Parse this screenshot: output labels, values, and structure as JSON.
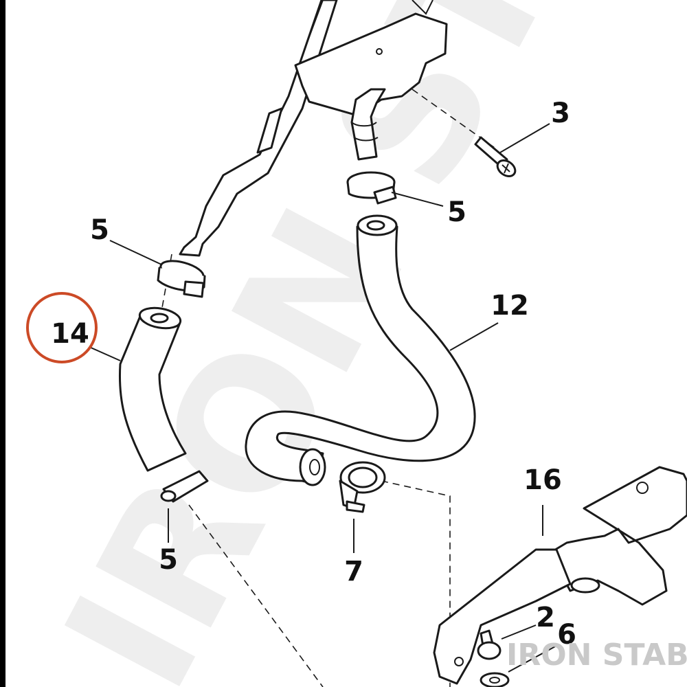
{
  "watermark": {
    "background_text": "IRON ST",
    "brand_text": "IRON STABLE"
  },
  "highlight": {
    "color": "#cc4a26",
    "part": "14"
  },
  "callouts": {
    "c3": "3",
    "c5_top_right": "5",
    "c5_top_left": "5",
    "c12": "12",
    "c14": "14",
    "c16": "16",
    "c5_bottom": "5",
    "c7": "7",
    "c2": "2",
    "c6": "6"
  },
  "colors": {
    "frame_bar": "#000000",
    "line": "#1a1a1a",
    "watermark": "#eeeeee"
  }
}
